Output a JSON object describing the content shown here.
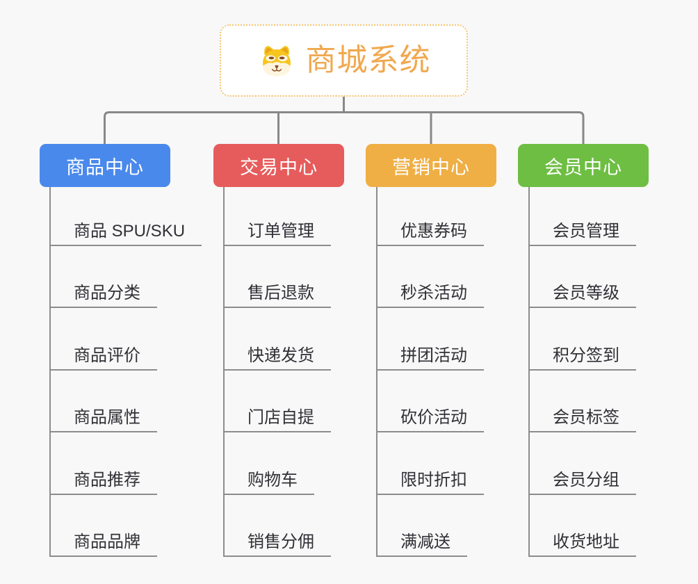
{
  "root": {
    "title": "商城系统",
    "icon": "dog-face-icon"
  },
  "branches": [
    {
      "label": "商品中心",
      "color": "#4a89ec",
      "items": [
        "商品 SPU/SKU",
        "商品分类",
        "商品评价",
        "商品属性",
        "商品推荐",
        "商品品牌"
      ]
    },
    {
      "label": "交易中心",
      "color": "#e65c5c",
      "items": [
        "订单管理",
        "售后退款",
        "快递发货",
        "门店自提",
        "购物车",
        "销售分佣"
      ]
    },
    {
      "label": "营销中心",
      "color": "#efaf45",
      "items": [
        "优惠券码",
        "秒杀活动",
        "拼团活动",
        "砍价活动",
        "限时折扣",
        "满减送"
      ]
    },
    {
      "label": "会员中心",
      "color": "#6ebe43",
      "items": [
        "会员管理",
        "会员等级",
        "积分签到",
        "会员标签",
        "会员分组",
        "收货地址"
      ]
    }
  ],
  "style": {
    "background": "#f8f8f8",
    "root_border": "#f4c36c",
    "root_text": "#f0a84e",
    "connector_line": "#888888",
    "leaf_line": "#8c8c8c",
    "leaf_text": "#303036",
    "branch_text": "#ffffff"
  }
}
